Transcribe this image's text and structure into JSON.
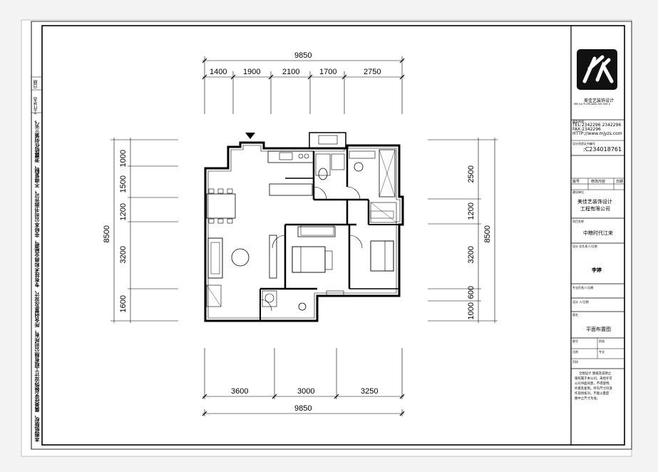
{
  "side_note": "本图纸版权、属美佳艺装饰设计工程有限公司所有，所含创意及设计、专有技术和商业秘密，非经本公司书面许可，不得复制、泄露给任何第三方。",
  "side_tag": "工作状态",
  "side_tag2": "日期",
  "overall_top": "9850",
  "top_dims": [
    "1400",
    "1900",
    "2100",
    "1700",
    "2750"
  ],
  "bottom_dims": [
    "3600",
    "3000",
    "3250"
  ],
  "overall_bottom": "9850",
  "left_dims": [
    "1000",
    "1500",
    "1200",
    "3200",
    "1600"
  ],
  "overall_left": "8500",
  "right_dims": [
    "2500",
    "1200",
    "3200",
    "600",
    "1000"
  ],
  "overall_right": "8500",
  "title_block": {
    "company_small": "美佳艺装饰设计",
    "company_sub": "MEI JIA YI ZHUANG SHI SHE JI",
    "tel_label": "服务热线：",
    "tel": "TEL:2342296  2342296",
    "fax": "FAX:2342296",
    "http": "HTTP://www.mjyzs.com",
    "cert_label": "设计资质证书编号",
    "cert": ":C234018761",
    "rev_cols": [
      "版号",
      "修改内容",
      "日期"
    ],
    "build_unit_label": "建设单位",
    "build_unit_line1": "美佳艺装饰设计",
    "build_unit_line2": "工程有限公司",
    "project_label": "项目名称",
    "project_name": "中粮时代江来",
    "designer_label": "设计 总负责人/日期",
    "designer_name": "李婷",
    "pro_label": "专业负责人/日期",
    "design_label": "设计 人/日期",
    "drawing_label": "图名",
    "drawing_name": "平面布置图",
    "no_label": "图号",
    "stage_label": "阶段",
    "scale_label": "比例",
    "major_label": "专业",
    "page_label": "页码",
    "note": [
      "全图设计 图纸及说明之",
      "版权属于本公司。未经许可",
      "公司书面同意，不得使用、",
      "抄袭及复制。所有尺寸均须",
      "作现场核对。不能以量度",
      "图中之尺寸为准。"
    ]
  }
}
